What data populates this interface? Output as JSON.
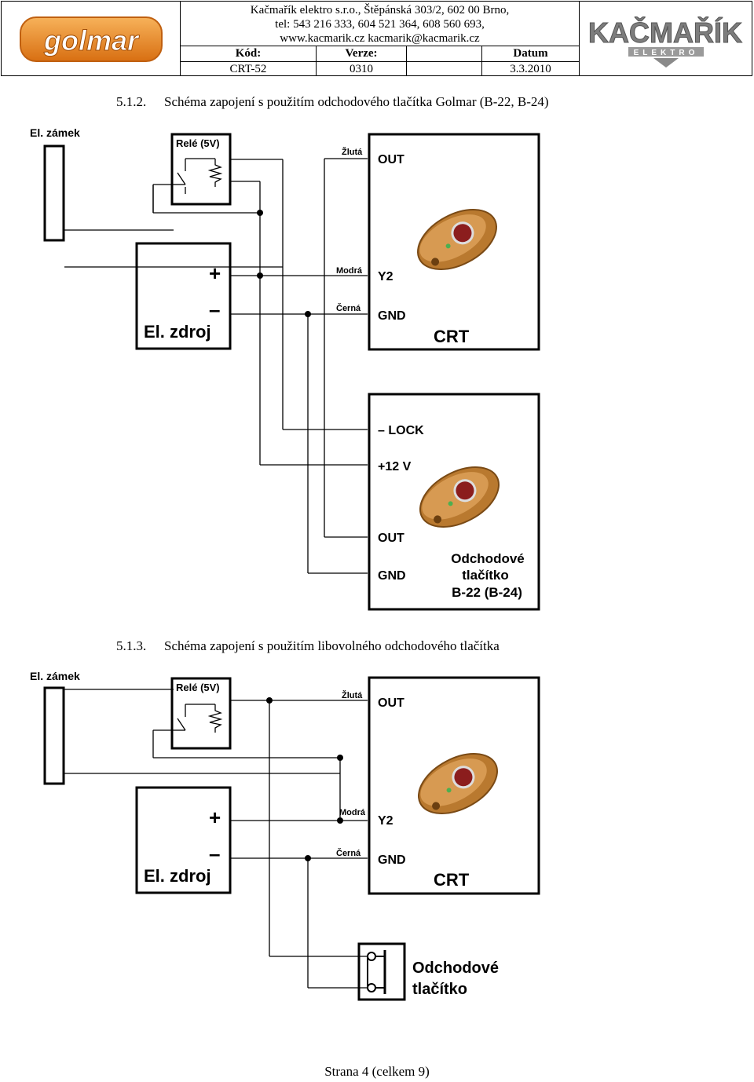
{
  "header": {
    "company_line1": "Kačmařík elektro s.r.o., Štěpánská 303/2, 602 00  Brno,",
    "company_line2": "tel: 543 216 333, 604 521 364, 608 560 693,",
    "company_line3": "www.kacmarik.cz  kacmarik@kacmarik.cz",
    "logo_left_text": "golmar",
    "logo_right_text": "KAČMAŘÍK",
    "logo_right_sub": "ELEKTRO",
    "col_kod": "Kód:",
    "col_verze": "Verze:",
    "col_datum": "Datum",
    "val_kod": "CRT-52",
    "val_verze": "0310",
    "val_datum": "3.3.2010"
  },
  "section1": {
    "number": "5.1.2.",
    "title": "Schéma zapojení s použitím odchodového tlačítka Golmar (B-22, B-24)",
    "lock_label": "El. zámek",
    "relay_label": "Relé (5V)",
    "wire_yellow": "Žlutá",
    "wire_blue": "Modrá",
    "wire_black": "Černá",
    "crt_out": "OUT",
    "crt_y2": "Y2",
    "crt_gnd": "GND",
    "crt_name": "CRT",
    "psu_plus": "+",
    "psu_minus": "–",
    "psu_name": "El. zdroj",
    "btn_lock": "– LOCK",
    "btn_12v": "+12 V",
    "btn_out": "OUT",
    "btn_gnd": "GND",
    "btn_name1": "Odchodové",
    "btn_name2": "tlačítko",
    "btn_name3": "B-22 (B-24)"
  },
  "section2": {
    "number": "5.1.3.",
    "title": "Schéma zapojení s použitím libovolného odchodového tlačítka",
    "lock_label": "El. zámek",
    "relay_label": "Relé (5V)",
    "wire_yellow": "Žlutá",
    "wire_blue": "Modrá",
    "wire_black": "Černá",
    "crt_out": "OUT",
    "crt_y2": "Y2",
    "crt_gnd": "GND",
    "crt_name": "CRT",
    "psu_plus": "+",
    "psu_minus": "–",
    "psu_name": "El. zdroj",
    "btn_name1": "Odchodové",
    "btn_name2": "tlačítko"
  },
  "footer": {
    "page": "Strana 4 (celkem 9)"
  },
  "colors": {
    "logo_orange": "#e8891e",
    "button_bronze": "#b9792f",
    "logo_grey": "#8a8a8a"
  }
}
